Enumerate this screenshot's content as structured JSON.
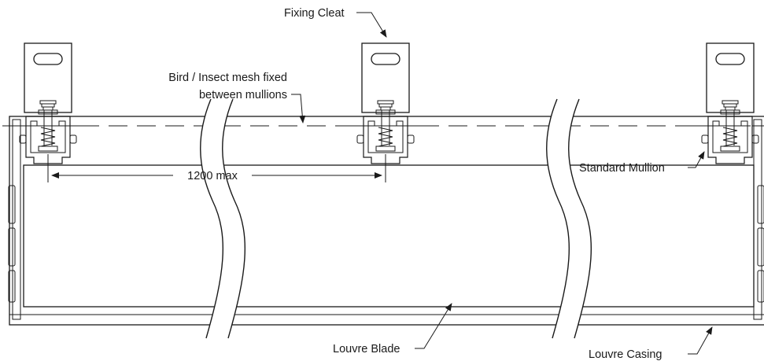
{
  "labels": {
    "fixing_cleat": "Fixing Cleat",
    "mesh_line1": "Bird / Insect mesh fixed",
    "mesh_line2": "between mullions",
    "spacing": "1200 max",
    "standard_mullion": "Standard Mullion",
    "louvre_blade": "Louvre Blade",
    "louvre_casing": "Louvre Casing"
  },
  "colors": {
    "line": "#1a1a1a",
    "background": "#ffffff"
  }
}
